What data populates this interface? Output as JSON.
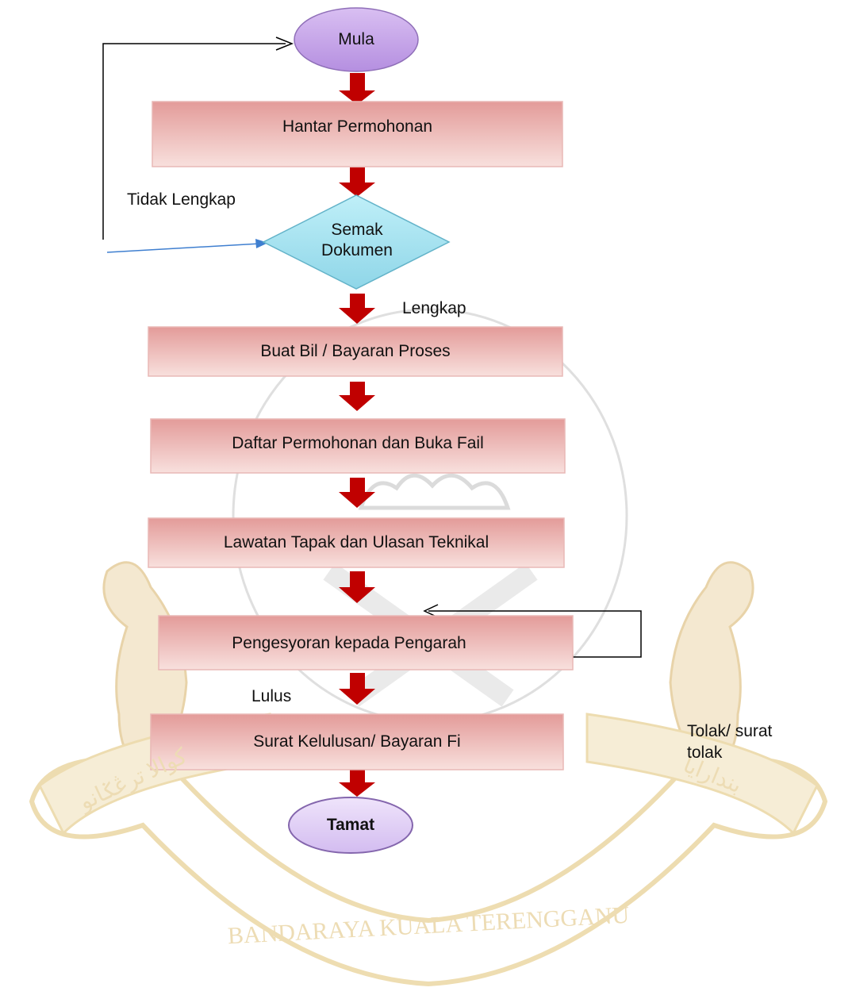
{
  "watermark": {
    "motto": "BANDARAYA KUALA TERENGGANU",
    "left_scroll": "كوالا ترڠݢانو",
    "right_scroll": "بندارايا"
  },
  "nodes": {
    "start": "Mula",
    "submit": "Hantar Permohonan",
    "check": [
      "Semak",
      "Dokumen"
    ],
    "bill": "Buat Bil / Bayaran Proses",
    "register": "Daftar Permohonan dan Buka Fail",
    "visit": "Lawatan Tapak dan Ulasan Teknikal",
    "recommend": "Pengesyoran kepada Pengarah",
    "approval": "Surat Kelulusan/ Bayaran Fi",
    "end": "Tamat"
  },
  "edge_labels": {
    "incomplete": "Tidak Lengkap",
    "complete": "Lengkap",
    "approved": "Lulus",
    "rejected": [
      "Tolak/ surat",
      "tolak"
    ]
  },
  "colors": {
    "process_fill_top": "#e7a8a6",
    "process_fill_bottom": "#f7dcd9",
    "terminal_fill": "#c9a7e8",
    "decision_fill": "#a7e3f0",
    "arrow_red": "#c00000",
    "watermark": "#eddcb4"
  }
}
